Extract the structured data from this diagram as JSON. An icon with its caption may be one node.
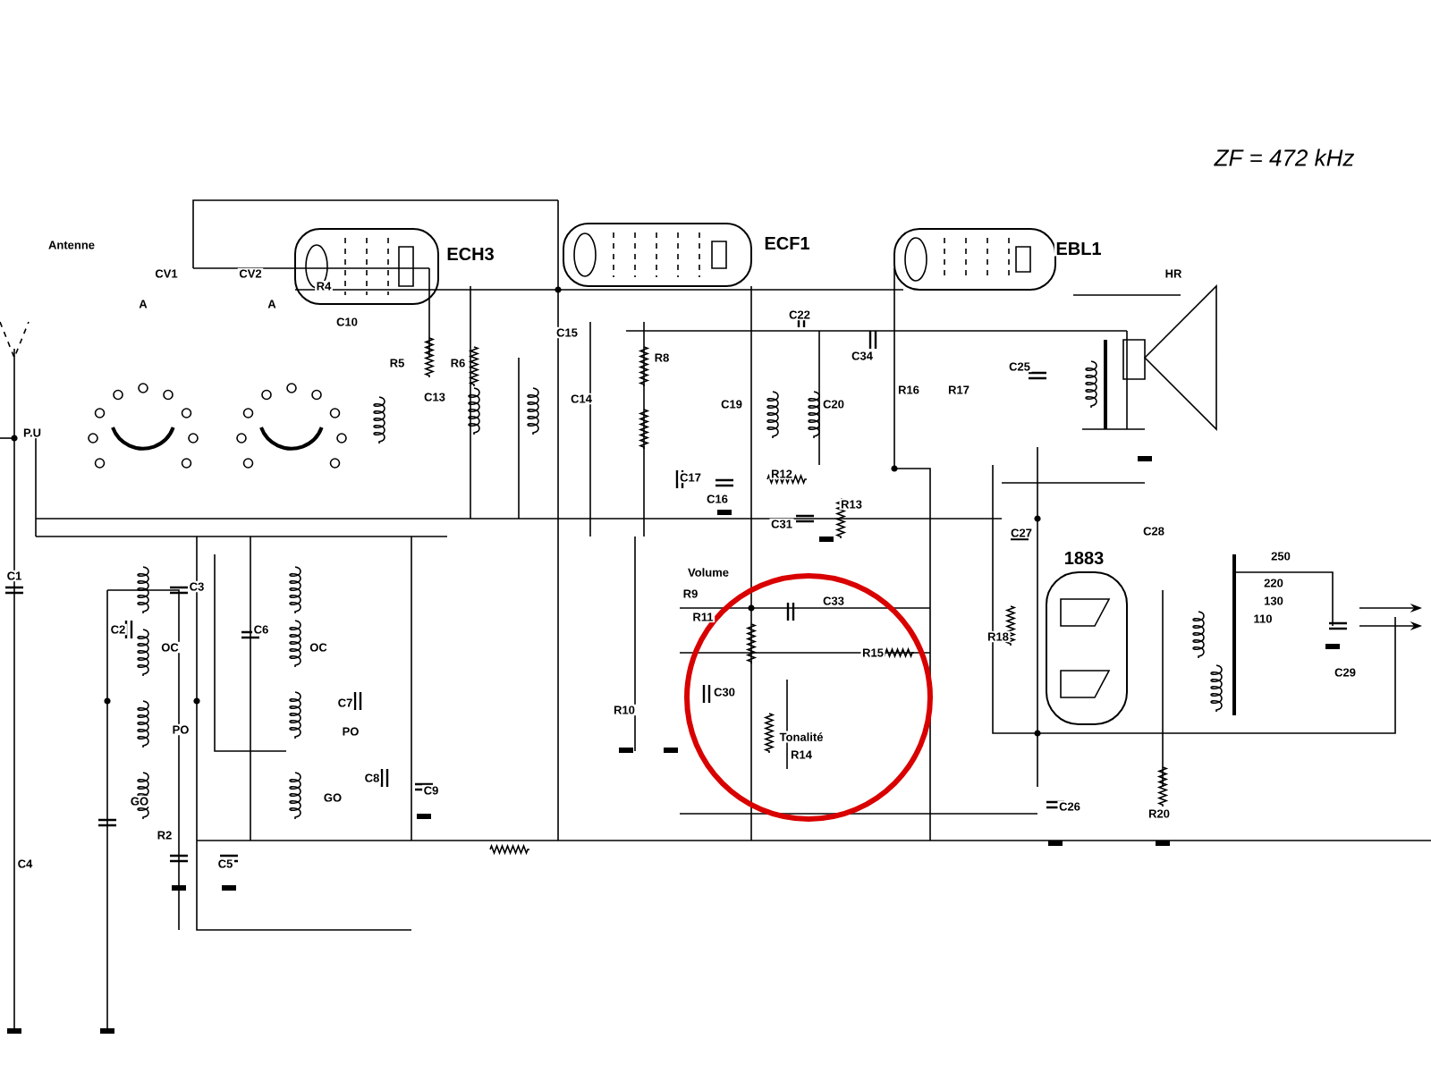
{
  "diagram": {
    "labels": [
      "ZF = 472 kHz",
      "Antenne",
      "ECH3",
      "ECF1",
      "EBL1",
      "CV1",
      "CV2",
      "A",
      "A",
      "R4",
      "C10",
      "R5",
      "R6",
      "C13",
      "C15",
      "R8",
      "C14",
      "C22",
      "C34",
      "C19",
      "C20",
      "R16",
      "R17",
      "C25",
      "HR",
      "P.U",
      "C17",
      "C16",
      "R12",
      "R13",
      "C31",
      "C27",
      "1883",
      "C28",
      "C1",
      "C3",
      "C2",
      "OC",
      "C6",
      "OC",
      "C7",
      "PO",
      "PO",
      "Volume",
      "R9",
      "R11",
      "C33",
      "R15",
      "C30",
      "R18",
      "R10",
      "Tonalité",
      "R14",
      "C29",
      "250",
      "220",
      "130",
      "110",
      "C4",
      "R2",
      "C5",
      "GO",
      "GO",
      "C8",
      "C9",
      "C26",
      "R20"
    ]
  }
}
